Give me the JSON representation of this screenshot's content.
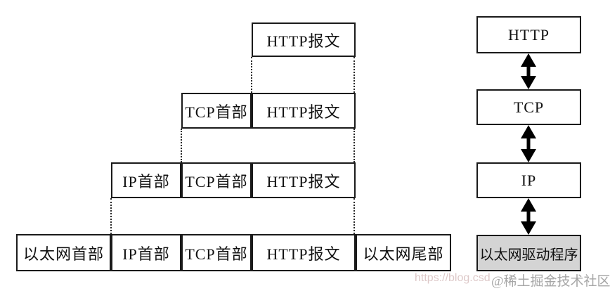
{
  "left_diagram": {
    "rows": [
      {
        "cells": [
          {
            "label": "HTTP报文"
          }
        ]
      },
      {
        "cells": [
          {
            "label": "TCP首部"
          },
          {
            "label": "HTTP报文"
          }
        ]
      },
      {
        "cells": [
          {
            "label": "IP首部"
          },
          {
            "label": "TCP首部"
          },
          {
            "label": "HTTP报文"
          }
        ]
      },
      {
        "cells": [
          {
            "label": "以太网首部"
          },
          {
            "label": "IP首部"
          },
          {
            "label": "TCP首部"
          },
          {
            "label": "HTTP报文"
          },
          {
            "label": "以太网尾部"
          }
        ]
      }
    ]
  },
  "right_stack": {
    "layers": [
      {
        "label": "HTTP",
        "highlighted": false
      },
      {
        "label": "TCP",
        "highlighted": false
      },
      {
        "label": "IP",
        "highlighted": false
      },
      {
        "label": "以太网驱动程序",
        "highlighted": true
      }
    ]
  },
  "watermarks": {
    "url_fragment": "https://blog.csd",
    "community": "@稀土掘金技术社区"
  },
  "colors": {
    "box_border": "#1a1a1a",
    "box_fill": "#ffffff",
    "driver_fill": "#d4d4d4",
    "arrow": "#000000",
    "watermark_url": "#ddc8c8",
    "watermark_community": "#a6a6a6"
  }
}
